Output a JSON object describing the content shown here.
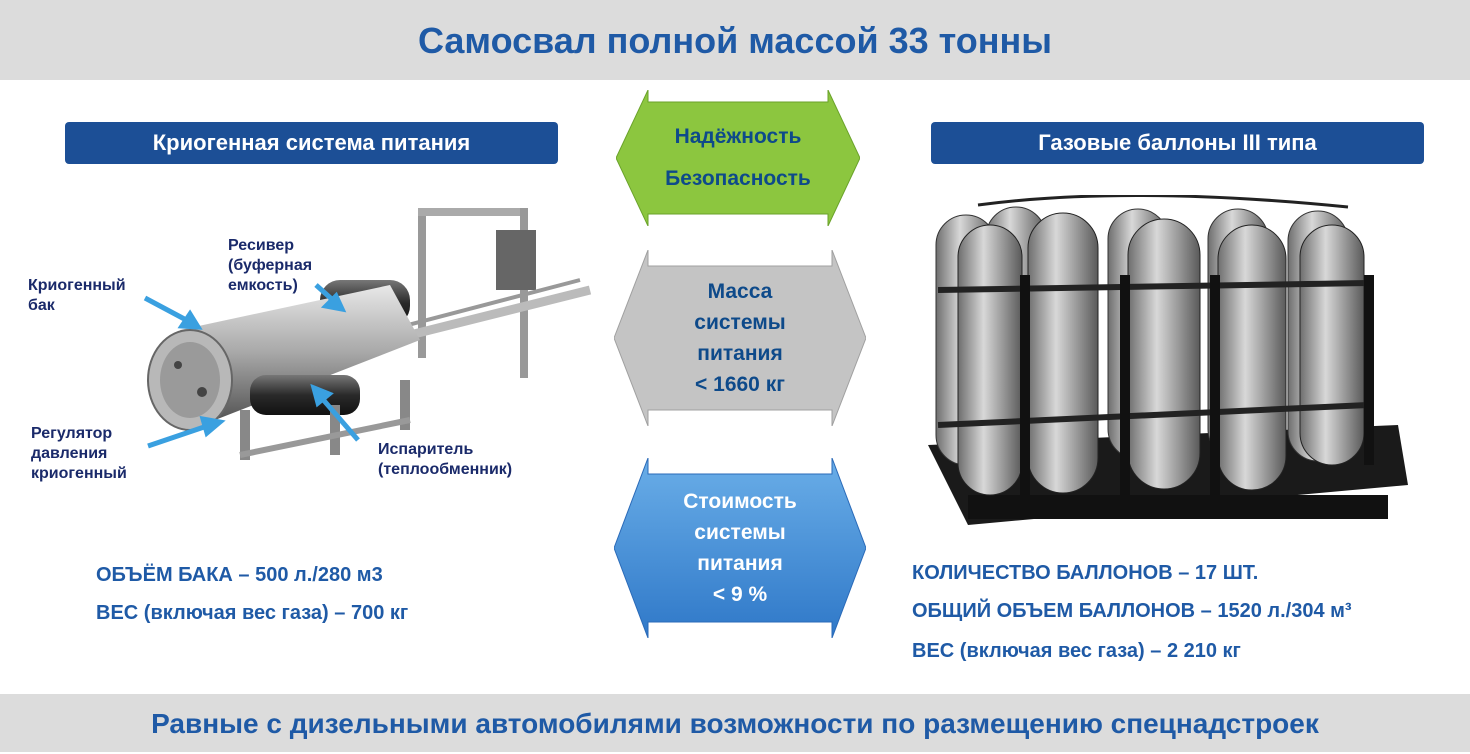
{
  "title": "Самосвал полной массой 33 тонны",
  "left": {
    "header": "Криогенная система питания",
    "labels": {
      "tank": [
        "Криогенный",
        "бак"
      ],
      "receiver": [
        "Ресивер",
        "(буферная",
        "емкость)"
      ],
      "regulator": [
        "Регулятор",
        "давления",
        "криогенный"
      ],
      "evaporator": [
        "Испаритель",
        "(теплообменник)"
      ]
    },
    "stats": [
      "ОБЪЁМ БАКА – 500 л./280 м3",
      "ВЕС (включая вес газа) – 700 кг"
    ]
  },
  "center": {
    "green_arrow": [
      "Надёжность",
      "Безопасность"
    ],
    "gray_arrow": [
      "Масса",
      "системы",
      "питания",
      "< 1660 кг"
    ],
    "blue_arrow": [
      "Стоимость",
      "системы",
      "питания",
      "< 9 %"
    ]
  },
  "right": {
    "header": "Газовые баллоны III типа",
    "stats": [
      "КОЛИЧЕСТВО БАЛЛОНОВ – 17 ШТ.",
      "ОБЩИЙ ОБЪЕМ БАЛЛОНОВ – 1520 л./304 м³",
      "ВЕС (включая вес газа) –  2 210 кг"
    ]
  },
  "footer": "Равные с дизельными автомобилями возможности по размещению спецнадстроек",
  "colors": {
    "band_gray": "#dcdcdc",
    "title_blue": "#1f5aa6",
    "header_navy": "#1c4f96",
    "arrow_green": "#8cc63f",
    "arrow_gray": "#bfbfbf",
    "arrow_blue": "#4a90d9"
  }
}
